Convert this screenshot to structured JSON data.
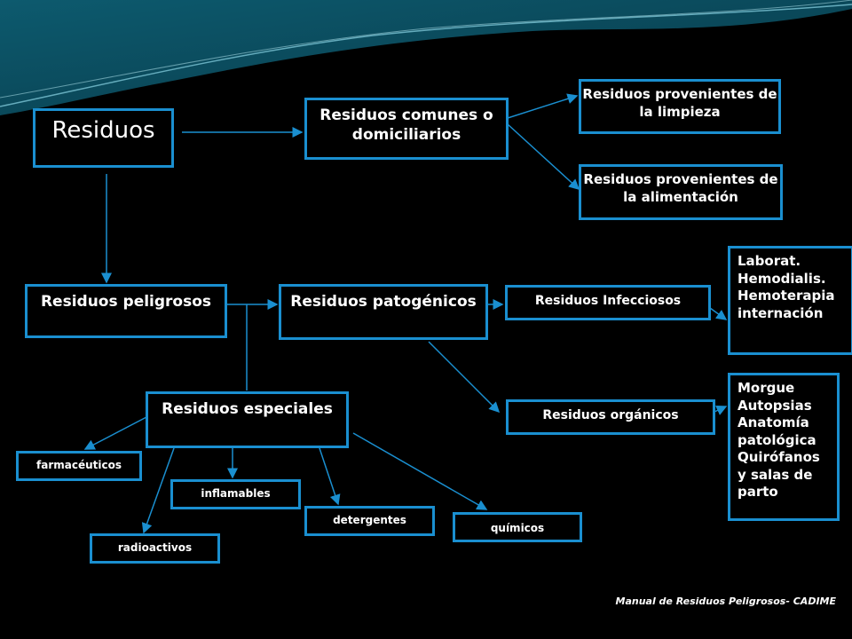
{
  "nodes": {
    "residuos": "Residuos",
    "comunes": "Residuos comunes o domiciliarios",
    "limpieza": "Residuos provenientes de la limpieza",
    "alimentacion": "Residuos provenientes de la alimentación",
    "peligrosos": "Residuos peligrosos",
    "patogenicos": "Residuos patogénicos",
    "infecciosos": "Residuos Infecciosos",
    "organicos": "Residuos orgánicos",
    "infecciosos_list": "Laborat. Hemodialis. Hemoterapia internación",
    "organicos_list": "Morgue Autopsias Anatomía patológica Quirófanos y salas de parto",
    "especiales": "Residuos especiales",
    "farmaceuticos": "farmacéuticos",
    "inflamables": "inflamables",
    "detergentes": "detergentes",
    "quimicos": "químicos",
    "radioactivos": "radioactivos"
  },
  "footer": "Manual de Residuos Peligrosos- CADIME",
  "colors": {
    "background": "#000000",
    "node_border": "#1a8fd0",
    "arrow": "#1a8fd0",
    "wave": "#0f4f63"
  }
}
